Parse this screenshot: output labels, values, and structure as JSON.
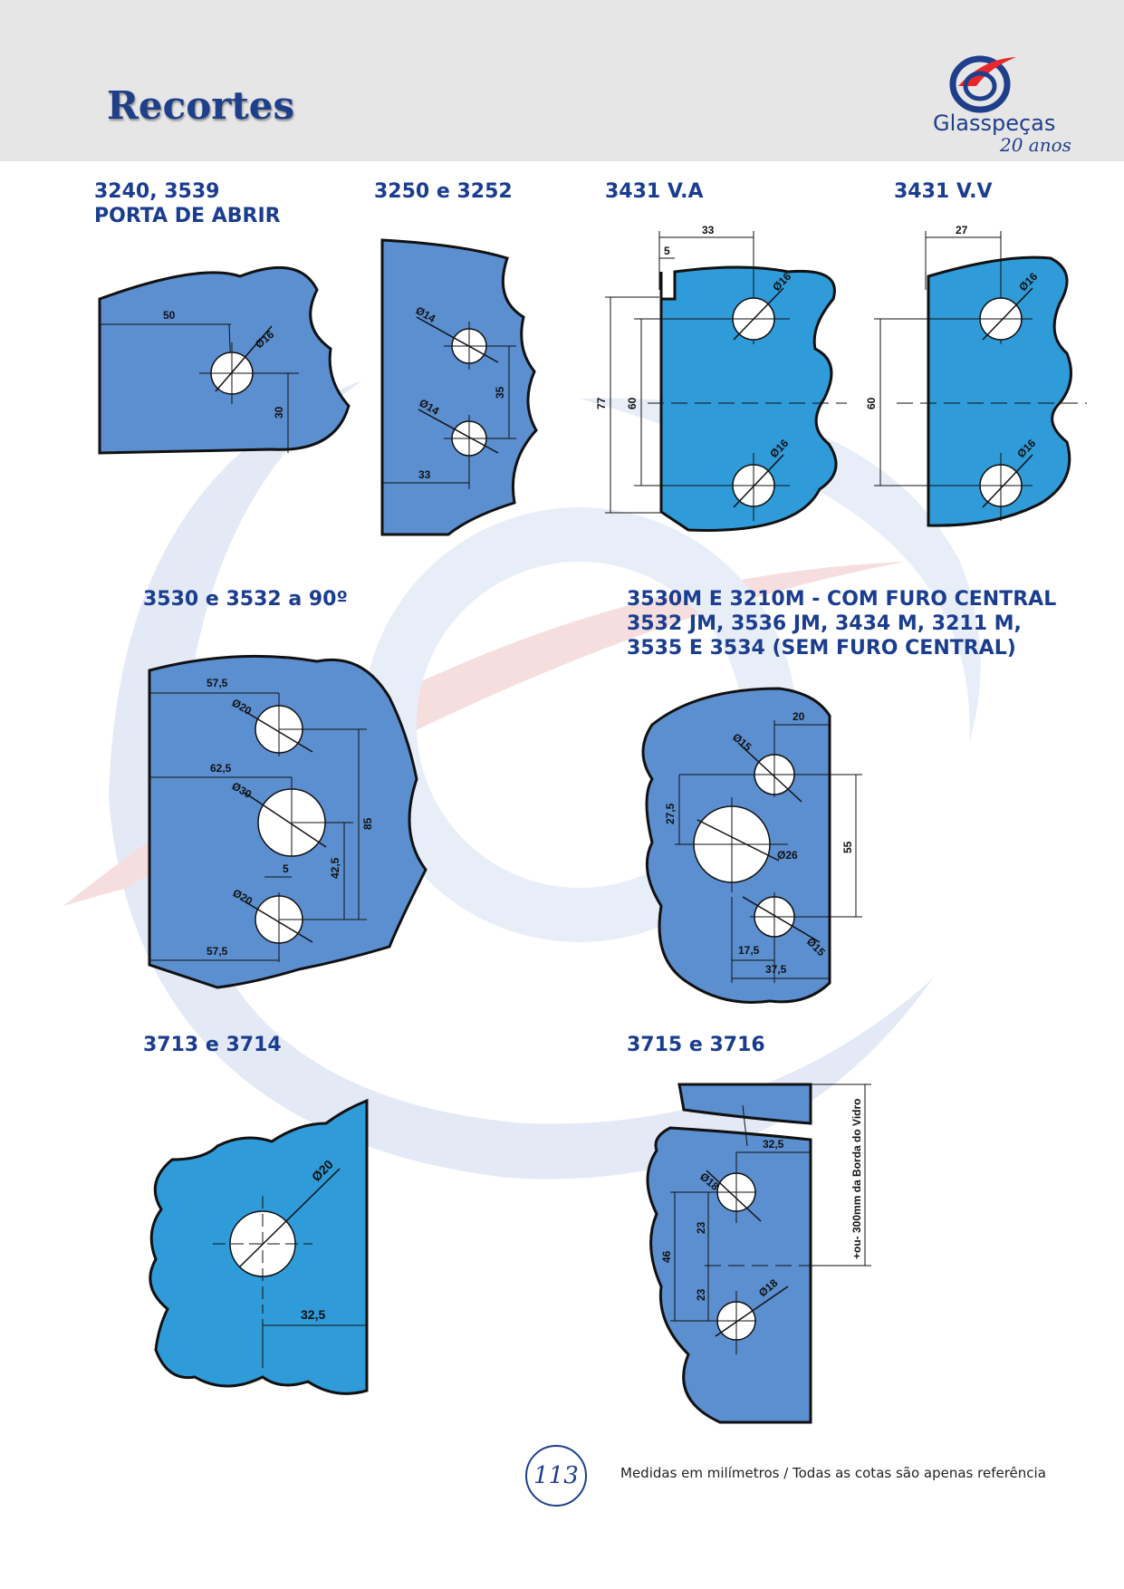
{
  "header": {
    "title": "Recortes",
    "logo_name": "Glasspeças",
    "logo_subtitle": "20 anos"
  },
  "sections": [
    {
      "id": "s1",
      "title_lines": [
        "3240, 3539",
        "PORTA DE ABRIR"
      ],
      "dims": {
        "a": "50",
        "b": "Ø16",
        "c": "30"
      }
    },
    {
      "id": "s2",
      "title_lines": [
        "3250 e 3252"
      ],
      "dims": {
        "a": "Ø14",
        "b": "Ø14",
        "c": "35",
        "d": "33"
      }
    },
    {
      "id": "s3",
      "title_lines": [
        "3431 V.A"
      ],
      "dims": {
        "a": "33",
        "b": "5",
        "c": "Ø16",
        "d": "Ø16",
        "e": "77",
        "f": "60"
      }
    },
    {
      "id": "s4",
      "title_lines": [
        "3431 V.V"
      ],
      "dims": {
        "a": "27",
        "b": "Ø16",
        "c": "Ø16",
        "d": "60"
      }
    },
    {
      "id": "s5",
      "title_lines": [
        "3530 e 3532 a 90º"
      ],
      "dims": {
        "a": "57,5",
        "b": "Ø20",
        "c": "62,5",
        "d": "Ø30",
        "e": "85",
        "f": "42,5",
        "g": "5",
        "h": "Ø20",
        "i": "57,5"
      }
    },
    {
      "id": "s6",
      "title_lines": [
        "3530M E 3210M - COM FURO CENTRAL",
        "3532 JM, 3536 JM, 3434 M, 3211 M,",
        "3535 E 3534 (SEM FURO CENTRAL)"
      ],
      "dims": {
        "a": "20",
        "b": "Ø15",
        "c": "27,5",
        "d": "Ø26",
        "e": "55",
        "f": "17,5",
        "g": "Ø15",
        "h": "37,5"
      }
    },
    {
      "id": "s7",
      "title_lines": [
        "3713 e 3714"
      ],
      "dims": {
        "a": "Ø20",
        "b": "32,5"
      }
    },
    {
      "id": "s8",
      "title_lines": [
        "3715 e 3716"
      ],
      "dims": {
        "a": "32,5",
        "b": "Ø18",
        "c": "23",
        "d": "46",
        "e": "23",
        "f": "Ø18",
        "g": "+ou- 300mm da Borda do Vidro"
      }
    }
  ],
  "footer": {
    "page_number": "113",
    "note": "Medidas em milímetros / Todas as cotas são apenas referência"
  },
  "colors": {
    "accent": "#1f3f8a",
    "glass_medium": "#5b8fd0",
    "glass_bright": "#2f9bd8",
    "watermark_blue": "#dde6f4",
    "watermark_red": "#f6dcdc"
  }
}
